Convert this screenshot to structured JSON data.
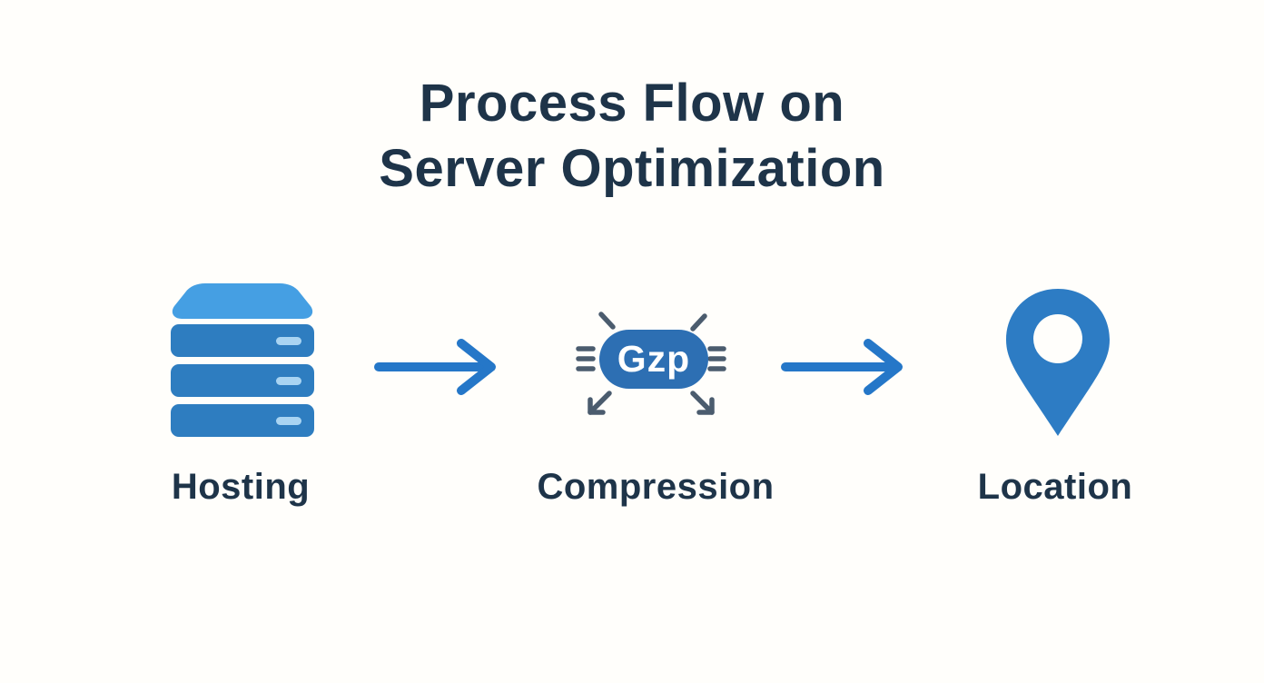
{
  "title": {
    "line1": "Process Flow on",
    "line2": "Server Optimization"
  },
  "steps": [
    {
      "id": "hosting",
      "label": "Hosting",
      "icon": "server-stack-icon"
    },
    {
      "id": "compression",
      "label": "Compression",
      "icon": "gzip-badge-icon",
      "badge_text": "Gzp"
    },
    {
      "id": "location",
      "label": "Location",
      "icon": "map-pin-icon"
    }
  ],
  "connectors": [
    {
      "from": "hosting",
      "to": "compression",
      "type": "arrow-right"
    },
    {
      "from": "compression",
      "to": "location",
      "type": "arrow-right"
    }
  ],
  "colors": {
    "background": "#fffefb",
    "title_text": "#1e3449",
    "label_text": "#1e3449",
    "arrow_blue": "#2577c8",
    "server_body_blue": "#2e7dc0",
    "server_top_blue": "#459fe3",
    "server_slot_light": "#a9d4f2",
    "gzip_pill_blue": "#2d6fb3",
    "gzip_marks_slate": "#4b5c6e",
    "pin_blue": "#2d7cc4"
  }
}
